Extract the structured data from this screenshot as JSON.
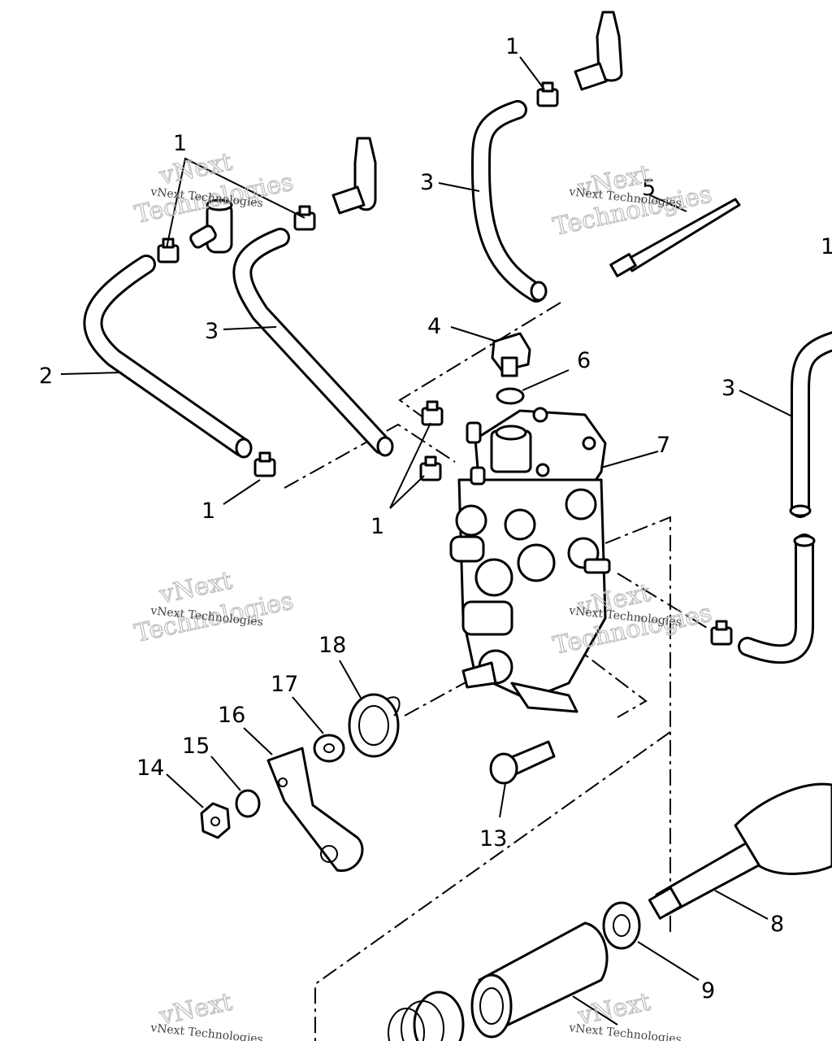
{
  "callouts": {
    "c1a": "1",
    "c1b": "1",
    "c1c": "1",
    "c1d": "1",
    "c2": "2",
    "c3a": "3",
    "c3b": "3",
    "c3c": "3",
    "c4": "4",
    "c5": "5",
    "c6": "6",
    "c7": "7",
    "c8": "8",
    "c9": "9",
    "c13": "13",
    "c14": "14",
    "c15": "15",
    "c16": "16",
    "c17": "17",
    "c18": "18",
    "c1edge": "1"
  },
  "watermark": {
    "small": "vNext Technologies",
    "big_line1": "vNext",
    "big_line2": "Technologies"
  }
}
